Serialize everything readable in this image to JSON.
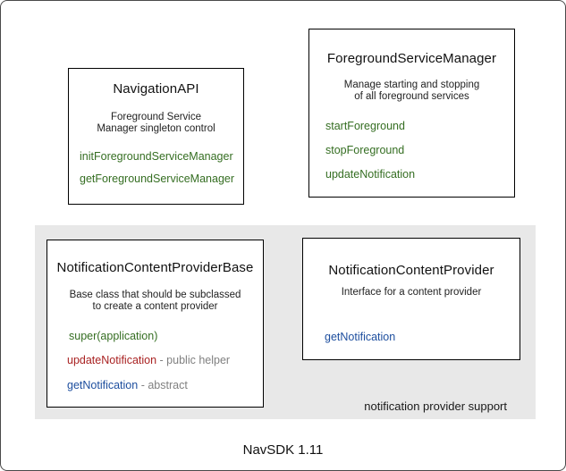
{
  "colors": {
    "method_green": "#356e22",
    "method_red": "#a92222",
    "method_blue": "#1d4e9e",
    "annotation_gray": "#808080",
    "group_background": "#e8e8e8",
    "box_border": "#000000"
  },
  "boxes": [
    {
      "id": "navigation-api",
      "title": "NavigationAPI",
      "description": [
        "Foreground Service",
        "Manager singleton control"
      ],
      "methods": [
        {
          "name": "initForegroundServiceManager",
          "color": "#356e22"
        },
        {
          "name": "getForegroundServiceManager",
          "color": "#356e22"
        }
      ]
    },
    {
      "id": "foreground-service-manager",
      "title": "ForegroundServiceManager",
      "description": [
        "Manage starting and stopping",
        "of all foreground services"
      ],
      "methods": [
        {
          "name": "startForeground",
          "color": "#356e22"
        },
        {
          "name": "stopForeground",
          "color": "#356e22"
        },
        {
          "name": "updateNotification",
          "color": "#356e22"
        }
      ]
    },
    {
      "id": "notification-content-provider-base",
      "title": "NotificationContentProviderBase",
      "description": [
        "Base class that should be subclassed",
        "to create a content provider"
      ],
      "methods": [
        {
          "name": "super(application)",
          "color": "#356e22"
        },
        {
          "name": "updateNotification",
          "suffix": " - public helper",
          "color": "#a92222"
        },
        {
          "name": "getNotification",
          "suffix": " - abstract",
          "color": "#1d4e9e"
        }
      ]
    },
    {
      "id": "notification-content-provider",
      "title": "NotificationContentProvider",
      "description": [
        "Interface for a content provider"
      ],
      "methods": [
        {
          "name": "getNotification",
          "color": "#1d4e9e"
        }
      ]
    }
  ],
  "group_label": "notification provider support",
  "caption": "NavSDK 1.11"
}
